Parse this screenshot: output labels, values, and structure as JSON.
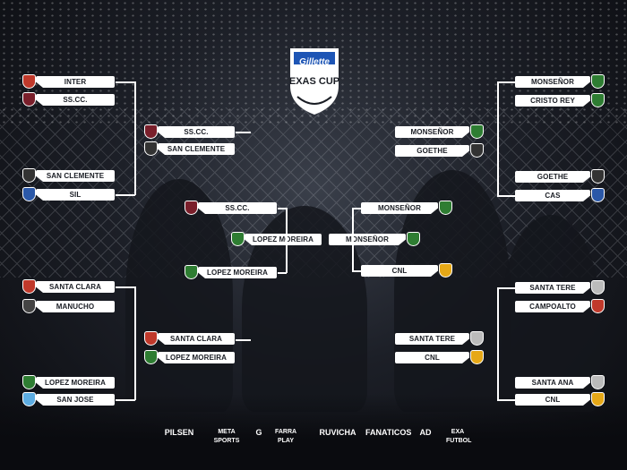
{
  "tournament": {
    "brand": "Gillette",
    "name": "EXAS CUP"
  },
  "colors": {
    "bar_fill": "#ffffff",
    "bar_text": "#1a1d24",
    "background": "#1c1f27",
    "logo_blue": "#1d55b5"
  },
  "bracket": {
    "left_round1": [
      {
        "team": "INTER",
        "crest": "inter-crest-icon",
        "crest_color": "#c0392b"
      },
      {
        "team": "SS.CC.",
        "crest": "sscc-crest-icon",
        "crest_color": "#7a1f2b"
      },
      {
        "team": "SAN CLEMENTE",
        "crest": "san-clemente-crest-icon",
        "crest_color": "#333333"
      },
      {
        "team": "SIL",
        "crest": "sil-crest-icon",
        "crest_color": "#2b58a8"
      },
      {
        "team": "SANTA CLARA",
        "crest": "santa-clara-crest-icon",
        "crest_color": "#c0392b"
      },
      {
        "team": "MANUCHO",
        "crest": "manucho-crest-icon",
        "crest_color": "#444444"
      },
      {
        "team": "LOPEZ MOREIRA",
        "crest": "lopez-moreira-crest-icon",
        "crest_color": "#2e7d32"
      },
      {
        "team": "SAN JOSE",
        "crest": "san-jose-crest-icon",
        "crest_color": "#5dade2"
      }
    ],
    "left_round2": [
      {
        "team": "SS.CC.",
        "crest": "sscc-crest-icon",
        "crest_color": "#7a1f2b"
      },
      {
        "team": "SAN CLEMENTE",
        "crest": "san-clemente-crest-icon",
        "crest_color": "#333333"
      },
      {
        "team": "SANTA CLARA",
        "crest": "santa-clara-crest-icon",
        "crest_color": "#c0392b"
      },
      {
        "team": "LOPEZ MOREIRA",
        "crest": "lopez-moreira-crest-icon",
        "crest_color": "#2e7d32"
      }
    ],
    "left_semi": [
      {
        "team": "SS.CC.",
        "crest": "sscc-crest-icon",
        "crest_color": "#7a1f2b"
      },
      {
        "team": "LOPEZ MOREIRA",
        "crest": "lopez-moreira-crest-icon",
        "crest_color": "#2e7d32"
      }
    ],
    "final": [
      {
        "team": "LOPEZ MOREIRA",
        "crest": "lopez-moreira-crest-icon",
        "crest_color": "#2e7d32"
      },
      {
        "team": "MONSEÑOR",
        "crest": "monsenor-crest-icon",
        "crest_color": "#2e7d32"
      }
    ],
    "right_semi": [
      {
        "team": "MONSEÑOR",
        "crest": "monsenor-crest-icon",
        "crest_color": "#2e7d32"
      },
      {
        "team": "CNL",
        "crest": "cnl-crest-icon",
        "crest_color": "#e6a817"
      }
    ],
    "right_round2": [
      {
        "team": "MONSEÑOR",
        "crest": "monsenor-crest-icon",
        "crest_color": "#2e7d32"
      },
      {
        "team": "GOETHE",
        "crest": "goethe-crest-icon",
        "crest_color": "#333333"
      },
      {
        "team": "SANTA TERE",
        "crest": "santa-tere-crest-icon",
        "crest_color": "#bbbbbb"
      },
      {
        "team": "CNL",
        "crest": "cnl-crest-icon",
        "crest_color": "#e6a817"
      }
    ],
    "right_round1": [
      {
        "team": "MONSEÑOR",
        "crest": "monsenor-crest-icon",
        "crest_color": "#2e7d32"
      },
      {
        "team": "CRISTO REY",
        "crest": "cristo-rey-crest-icon",
        "crest_color": "#2e7d32"
      },
      {
        "team": "GOETHE",
        "crest": "goethe-crest-icon",
        "crest_color": "#333333"
      },
      {
        "team": "CAS",
        "crest": "cas-crest-icon",
        "crest_color": "#2b58a8"
      },
      {
        "team": "SANTA TERE",
        "crest": "santa-tere-crest-icon",
        "crest_color": "#bbbbbb"
      },
      {
        "team": "CAMPOALTO",
        "crest": "campoalto-crest-icon",
        "crest_color": "#c0392b"
      },
      {
        "team": "SANTA ANA",
        "crest": "santa-ana-crest-icon",
        "crest_color": "#bbbbbb"
      },
      {
        "team": "CNL",
        "crest": "cnl-crest-icon",
        "crest_color": "#e6a817"
      }
    ]
  },
  "sponsors": [
    {
      "label": "PILSEN",
      "icon": "pilsen-logo-icon"
    },
    {
      "label": "META SPORTS",
      "icon": "meta-sports-logo-icon"
    },
    {
      "label": "G",
      "icon": "gatorade-logo-icon"
    },
    {
      "label": "FARRA PLAY",
      "icon": "farra-play-logo-icon"
    },
    {
      "label": "RUVICHA",
      "icon": "ruvicha-logo-icon"
    },
    {
      "label": "FANATICOS",
      "icon": "fanaticos-logo-icon"
    },
    {
      "label": "AD",
      "icon": "ad-logo-icon"
    },
    {
      "label": "EXA FUTBOL",
      "icon": "exa-futbol-logo-icon"
    }
  ]
}
